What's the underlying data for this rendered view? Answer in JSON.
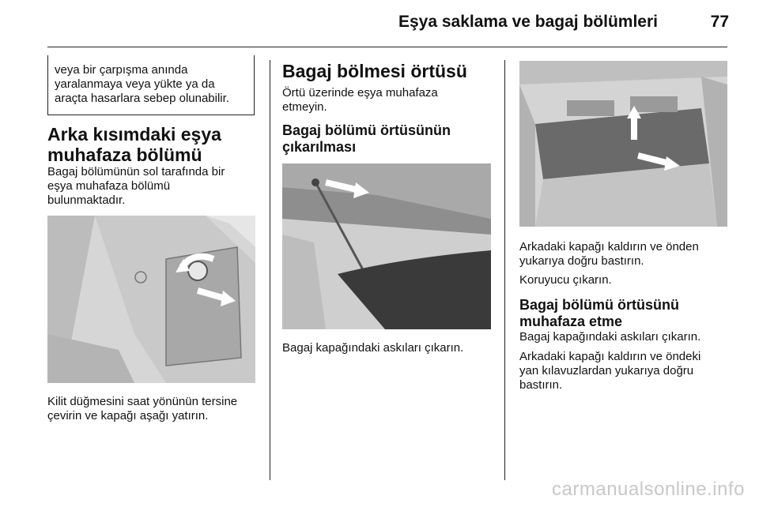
{
  "header": {
    "title": "Eşya saklama ve bagaj bölümleri",
    "page_number": "77"
  },
  "col1": {
    "warning_line1": "veya bir çarpışma anında",
    "warning_line2": "yaralanmaya veya yükte ya da",
    "warning_line3": "araçta hasarlara sebep olunabilir.",
    "heading_line1": "Arka kısımdaki eşya",
    "heading_line2": "muhafaza bölümü",
    "intro_line1": "Bagaj bölümünün sol tarafında bir",
    "intro_line2": "eşya muhafaza bölümü",
    "intro_line3": "bulunmaktadır.",
    "caption_line1": "Kilit düğmesini saat yönünün tersine",
    "caption_line2": "çevirin ve kapağı aşağı yatırın."
  },
  "col2": {
    "heading": "Bagaj bölmesi örtüsü",
    "intro_line1": "Örtü üzerinde eşya muhafaza",
    "intro_line2": "etmeyin.",
    "subheading_line1": "Bagaj bölümü örtüsünün",
    "subheading_line2": "çıkarılması",
    "caption": "Bagaj kapağındaki askıları çıkarın."
  },
  "col3": {
    "caption_line1": "Arkadaki kapağı kaldırın ve önden",
    "caption_line2": "yukarıya doğru bastırın.",
    "step2": "Koruyucu çıkarın.",
    "subheading_line1": "Bagaj bölümü örtüsünü",
    "subheading_line2": "muhafaza etme",
    "step3": "Bagaj kapağındaki askıları çıkarın.",
    "step4_line1": "Arkadaki kapağı kaldırın ve öndeki",
    "step4_line2": "yan kılavuzlardan yukarıya doğru",
    "step4_line3": "bastırın."
  },
  "watermark": "carmanualsonline.info",
  "colors": {
    "arrow": "#ffffff",
    "illustration_bg": "#d9d9d9",
    "rule": "#222222"
  }
}
